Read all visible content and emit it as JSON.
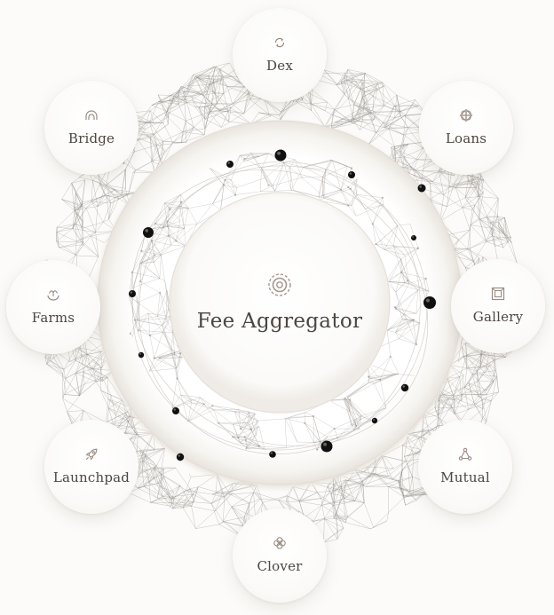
{
  "diagram": {
    "center": {
      "title": "Fee Aggregator",
      "icon": "target-rings-icon"
    },
    "nodes": [
      {
        "id": "dex",
        "label": "Dex",
        "icon": "swap-arrows-icon"
      },
      {
        "id": "loans",
        "label": "Loans",
        "icon": "lattice-icon"
      },
      {
        "id": "gallery",
        "label": "Gallery",
        "icon": "frame-icon"
      },
      {
        "id": "mutual",
        "label": "Mutual",
        "icon": "triangle-nodes-icon"
      },
      {
        "id": "clover",
        "label": "Clover",
        "icon": "clover-icon"
      },
      {
        "id": "launchpad",
        "label": "Launchpad",
        "icon": "rocket-icon"
      },
      {
        "id": "farms",
        "label": "Farms",
        "icon": "sprout-icon"
      },
      {
        "id": "bridge",
        "label": "Bridge",
        "icon": "bridge-arch-icon"
      }
    ]
  },
  "colors": {
    "background": "#fcfbf9",
    "text": "#4c4642",
    "mesh": "#8f8984",
    "icon": "#9a8c82",
    "dot": "#111111"
  }
}
